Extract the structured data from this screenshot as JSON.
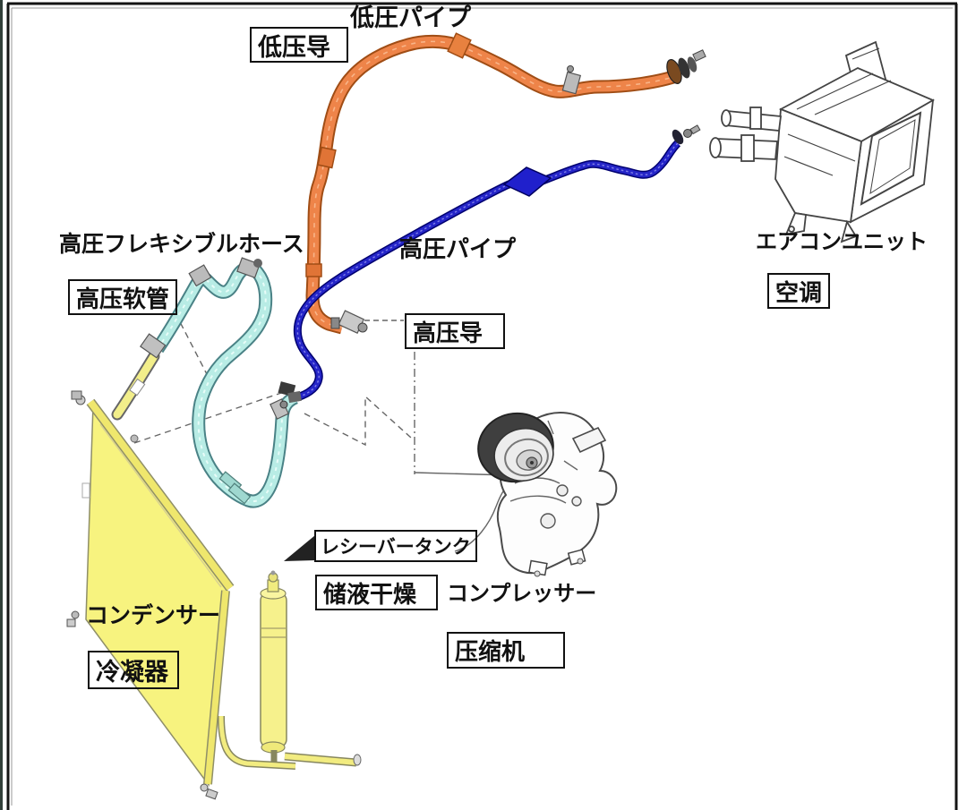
{
  "diagram": {
    "components": {
      "low_pressure_pipe": {
        "label_jp": "低圧パイプ",
        "label_cn": "低压导",
        "color": "#ee8449"
      },
      "high_pressure_pipe": {
        "label_jp": "高圧パイプ",
        "label_cn": "高压导",
        "color": "#2525c8"
      },
      "high_pressure_flexible_hose": {
        "label_jp": "高圧フレキシブルホース",
        "label_cn": "高压软管",
        "color": "#b8ece5"
      },
      "air_conditioner_unit": {
        "label_jp": "エアコンユニット",
        "label_cn": "空调"
      },
      "receiver_tank": {
        "label_jp": "レシーバータンク",
        "label_cn": "储液干燥"
      },
      "compressor": {
        "label_jp": "コンプレッサー",
        "label_cn": "压缩机"
      },
      "condenser": {
        "label_jp": "コンデンサー",
        "label_cn": "冷凝器",
        "color": "#f7f37f"
      }
    }
  }
}
